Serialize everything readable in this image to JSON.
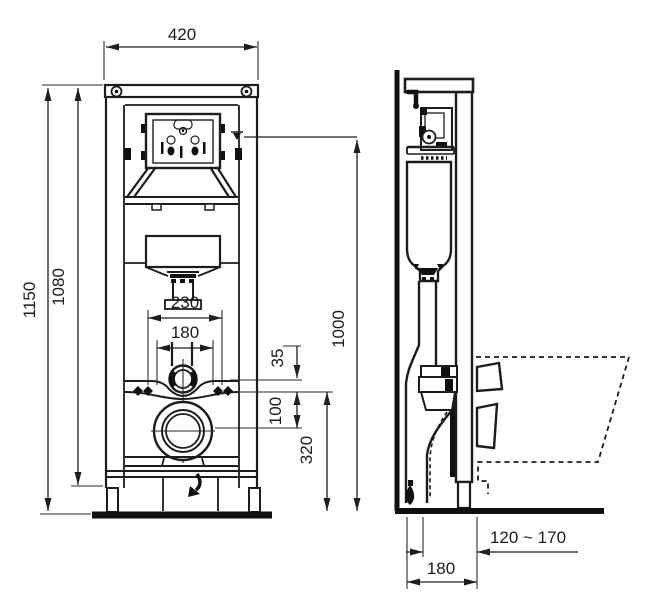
{
  "drawing": {
    "background": "#ffffff",
    "line_color": "#1c1c1c",
    "subject": "wall-hung WC concealed cistern installation frame, dimensioned front and side views",
    "views": {
      "front": {
        "name": "front view",
        "labels": {
          "frame_width": "420",
          "total_height": "1150",
          "frame_height": "1080",
          "fixing_span_outer": "230",
          "fixing_span_inner": "180",
          "flush_bend_offset": "35",
          "outlet_offset": "100",
          "outlet_height": "320",
          "actuator_height": "1000"
        }
      },
      "side": {
        "name": "side view",
        "labels": {
          "frame_depth": "180",
          "outlet_adjust_range": "120 ~ 170"
        }
      }
    }
  }
}
